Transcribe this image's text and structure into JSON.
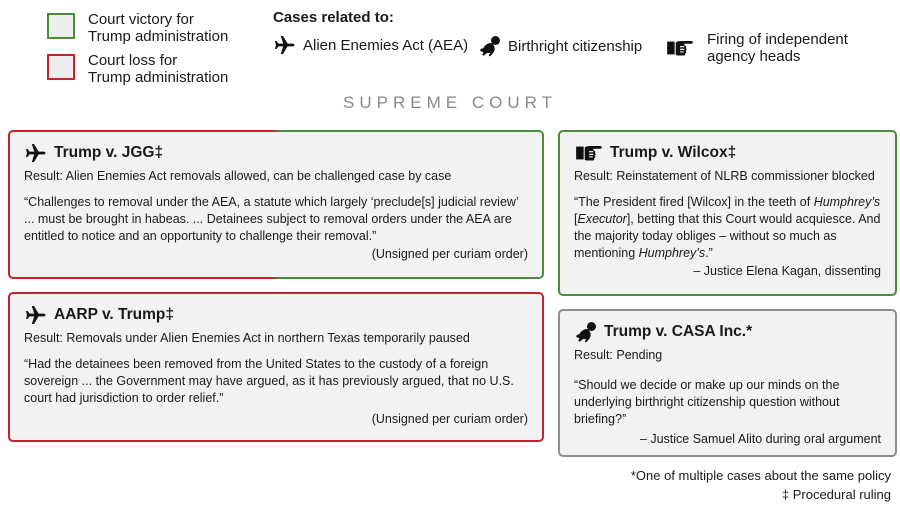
{
  "legend": {
    "win_line1": "Court victory for",
    "win_line2": "Trump administration",
    "loss_line1": "Court loss for",
    "loss_line2": "Trump administration",
    "win_color": "#4b8c3a",
    "loss_color": "#c4232c",
    "pending_color": "#8e8e8e"
  },
  "case_types": {
    "title": "Cases related to:",
    "aea": {
      "label": "Alien Enemies Act (AEA)",
      "icon": "airplane-icon"
    },
    "birthright": {
      "label": "Birthright citizenship",
      "icon": "baby-crawling-icon"
    },
    "firing_line1": "Firing of independent",
    "firing_line2": "agency heads",
    "firing_icon": "pointing-hand-icon"
  },
  "section_title": "SUPREME COURT",
  "cards": {
    "jgg": {
      "title": "Trump v. JGG‡",
      "result": "Result: Alien Enemies Act removals allowed, can be challenged case by case",
      "quote": "“Challenges to removal under the AEA, a statute which largely ‘preclude[s] judicial review’ ... must be brought in habeas. ... Detainees subject to removal orders under the AEA are entitled to notice and an opportunity to challenge their removal.”",
      "attribution": "(Unsigned per curiam order)"
    },
    "aarp": {
      "title": "AARP v. Trump‡",
      "result": "Result: Removals under Alien Enemies Act in northern Texas temporarily paused",
      "quote": "“Had the detainees been removed from the United States to the custody of a foreign sovereign ... the Government may have argued, as it has previously argued, that no U.S. court had jurisdiction to order relief.”",
      "attribution": "(Unsigned per curiam order)"
    },
    "wilcox": {
      "title": "Trump v. Wilcox‡",
      "result": "Result: Reinstatement of NLRB commissioner blocked",
      "quote_a": "“The President fired [Wilcox] in the teeth of ",
      "quote_i1": "Humphrey’s",
      "quote_b": " [",
      "quote_i2": "Executor",
      "quote_c": "], betting that this Court would acquiesce. And the majority today obliges – without so much as mentioning ",
      "quote_i3": "Humphrey’s",
      "quote_d": ".”",
      "attribution": "– Justice Elena Kagan, dissenting"
    },
    "casa": {
      "title": "Trump v. CASA Inc.*",
      "result": "Result: Pending",
      "quote": "“Should we decide or make up our minds on the underlying birthright citizenship question without briefing?”",
      "attribution": "– Justice Samuel Alito during oral argument"
    }
  },
  "footnotes": {
    "asterisk": "*One of multiple cases about the same policy",
    "dagger": "‡ Procedural ruling"
  }
}
